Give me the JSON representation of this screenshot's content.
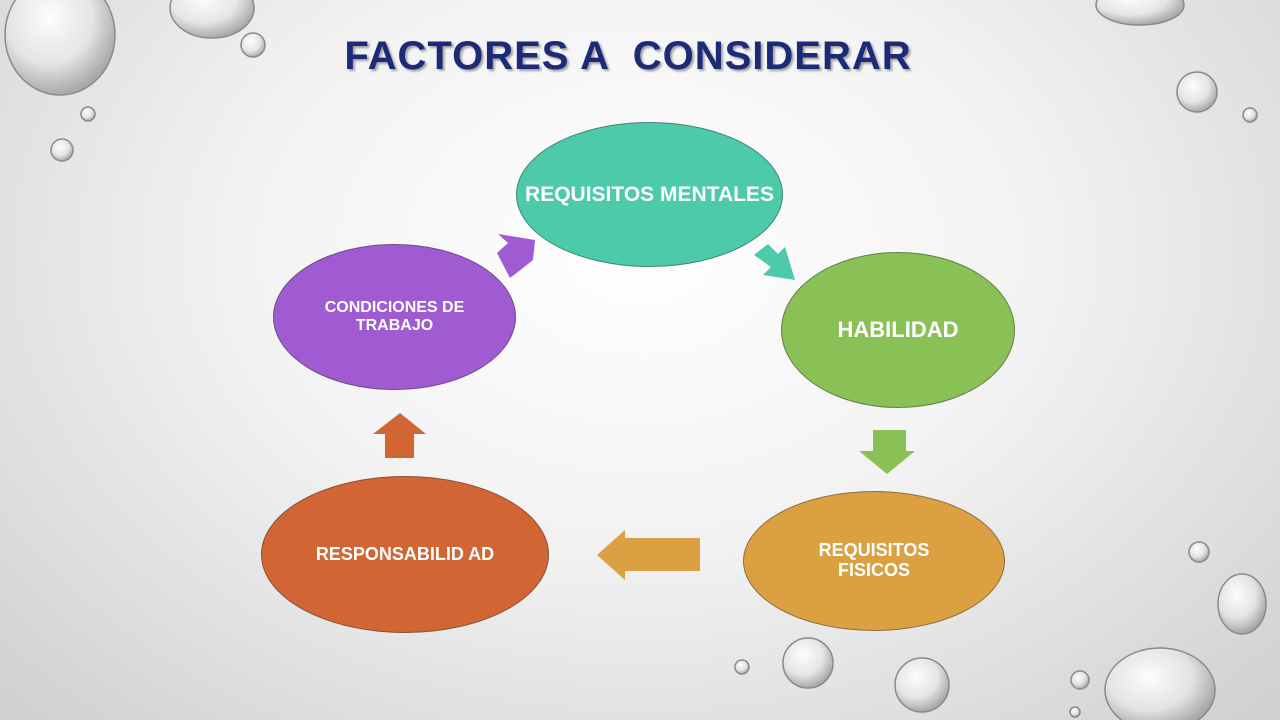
{
  "slide": {
    "title": "FACTORES A  CONSIDERAR"
  },
  "diagram": {
    "nodes": [
      {
        "id": "n1",
        "label": "REQUISITOS MENTALES",
        "color": "#4ccaaa"
      },
      {
        "id": "n2",
        "label": "HABILIDAD",
        "color": "#8ac156"
      },
      {
        "id": "n3",
        "label": "REQUISITOS FISICOS",
        "color": "#dba041"
      },
      {
        "id": "n4",
        "label": "RESPONSABILID AD",
        "color": "#d26534"
      },
      {
        "id": "n5",
        "label": "CONDICIONES DE TRABAJO",
        "color": "#a05ad2"
      }
    ],
    "arrows": [
      {
        "from": "n1",
        "to": "n2",
        "color": "#4ccaaa"
      },
      {
        "from": "n2",
        "to": "n3",
        "color": "#8ac156"
      },
      {
        "from": "n3",
        "to": "n4",
        "color": "#dba041"
      },
      {
        "from": "n4",
        "to": "n5",
        "color": "#d26534"
      },
      {
        "from": "n5",
        "to": "n1",
        "color": "#a05ad2"
      }
    ]
  }
}
